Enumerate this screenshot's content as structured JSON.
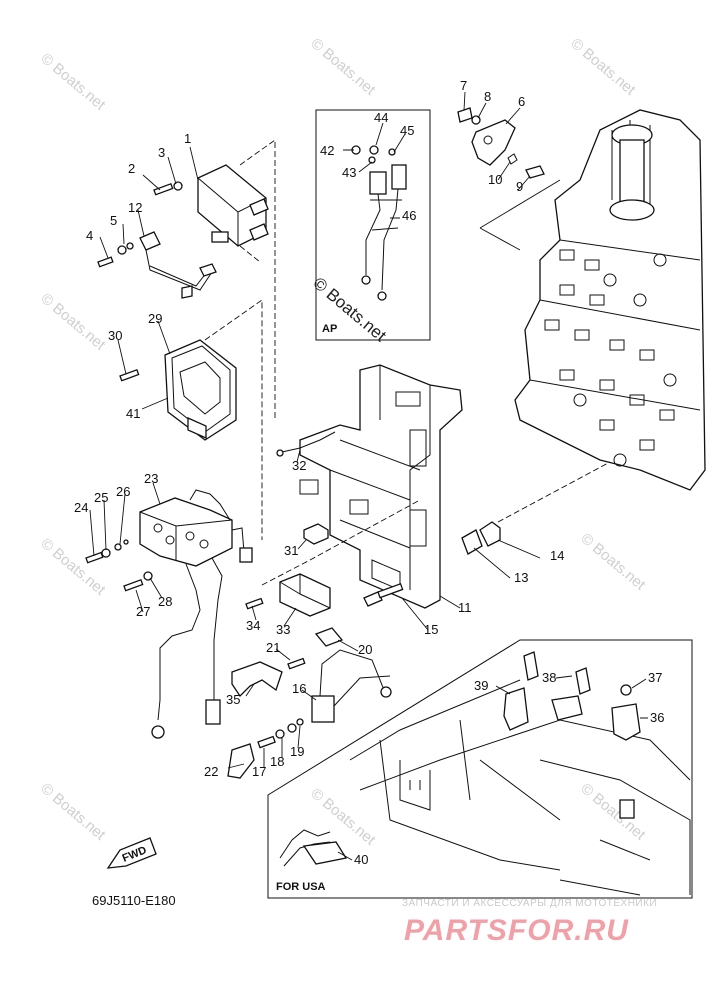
{
  "diagram": {
    "code": "69J5110-E180",
    "fwd_label": "FWD",
    "box_ap_label": "AP",
    "box_usa_label": "FOR USA",
    "watermark_inline": "© Boats.net",
    "watermark_tile": "© Boats.net",
    "brand_sub": "ЗАПЧАСТИ И АКСЕССУАРЫ ДЛЯ МОТОТЕХНИКИ",
    "brand_main": "PARTSFOR.RU"
  },
  "callouts": {
    "c1": "1",
    "c2": "2",
    "c3": "3",
    "c4": "4",
    "c5": "5",
    "c6": "6",
    "c7": "7",
    "c8": "8",
    "c9": "9",
    "c10": "10",
    "c11": "11",
    "c12": "12",
    "c13": "13",
    "c14": "14",
    "c15": "15",
    "c16": "16",
    "c17": "17",
    "c18": "18",
    "c19": "19",
    "c20": "20",
    "c21": "21",
    "c22": "22",
    "c23": "23",
    "c24": "24",
    "c25": "25",
    "c26": "26",
    "c27": "27",
    "c28": "28",
    "c29": "29",
    "c30": "30",
    "c31": "31",
    "c32": "32",
    "c33": "33",
    "c34": "34",
    "c35": "35",
    "c36": "36",
    "c37": "37",
    "c38": "38",
    "c39": "39",
    "c40": "40",
    "c41": "41",
    "c42": "42",
    "c43": "43",
    "c44": "44",
    "c45": "45",
    "c46": "46"
  }
}
